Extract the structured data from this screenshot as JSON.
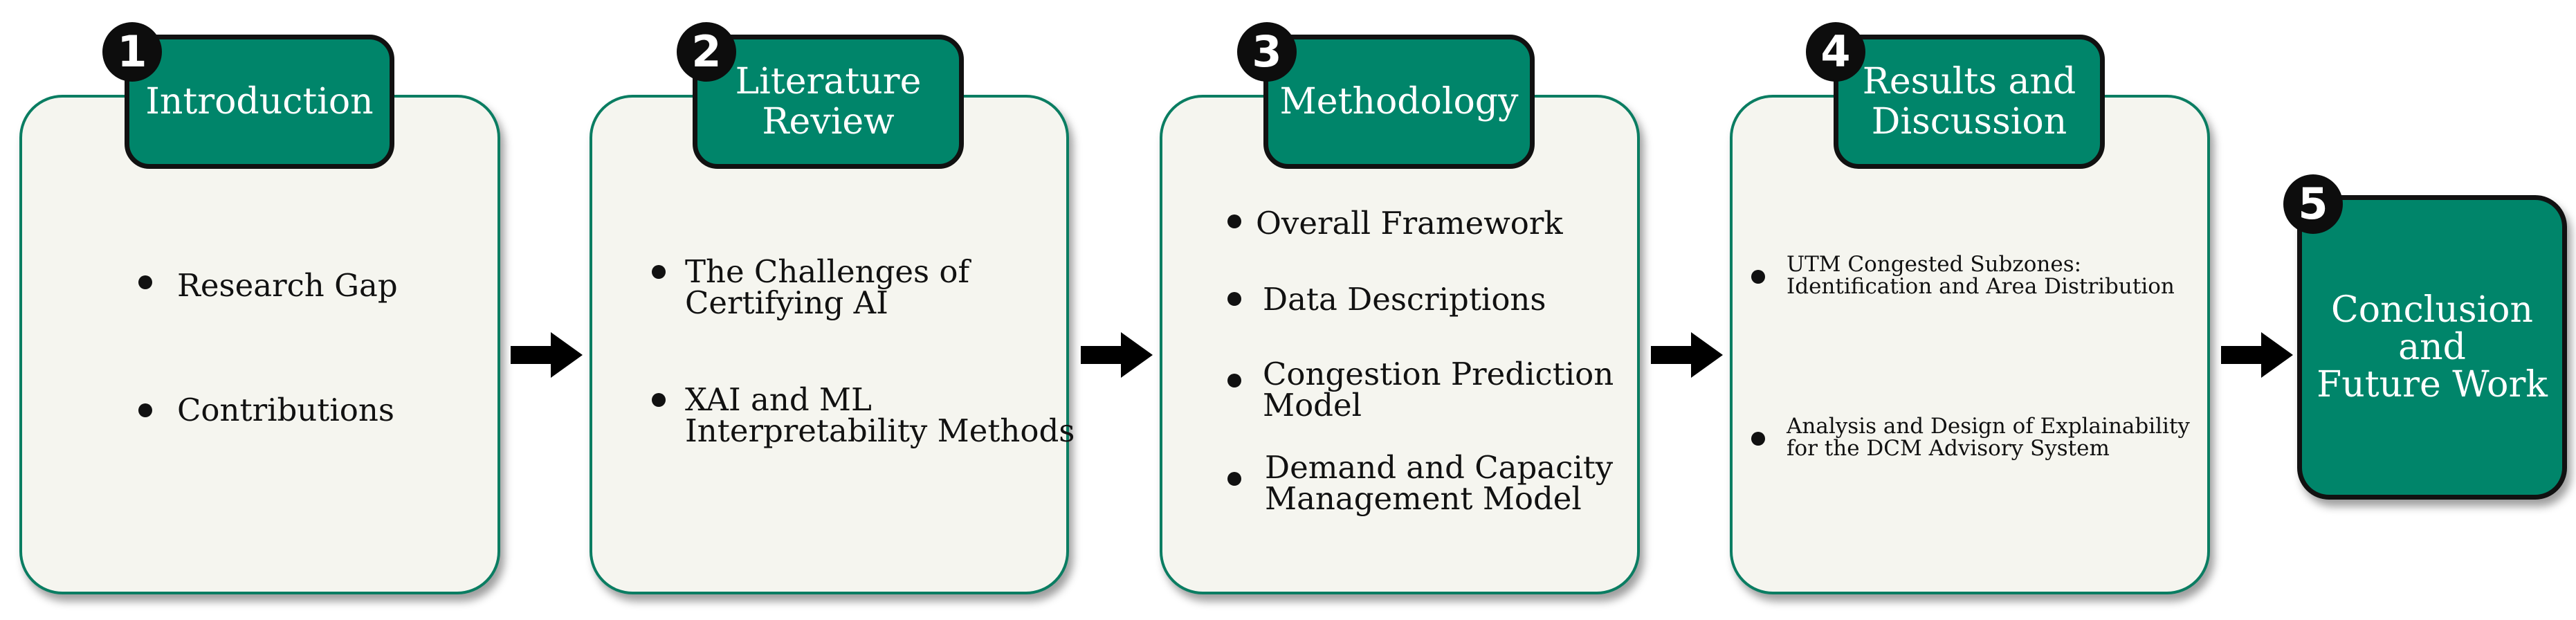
{
  "stages": [
    {
      "number": "1",
      "title": "Introduction",
      "items": [
        "Research Gap",
        "Contributions"
      ]
    },
    {
      "number": "2",
      "title": "Literature\nReview",
      "items": [
        "The Challenges of\nCertifying AI",
        "XAI and ML\nInterpretability Methods"
      ]
    },
    {
      "number": "3",
      "title": "Methodology",
      "items": [
        "Overall Framework",
        "Data Descriptions",
        "Congestion Prediction\nModel",
        "Demand and Capacity\nManagement Model"
      ]
    },
    {
      "number": "4",
      "title": "Results and\nDiscussion",
      "items": [
        "UTM Congested Subzones:\nIdentification and Area Distribution",
        "Analysis and Design of Explainability\nfor the DCM Advisory System"
      ]
    },
    {
      "number": "5",
      "title": "Conclusion\nand\nFuture Work",
      "items": []
    }
  ],
  "colors": {
    "header_fill": "#00856a",
    "card_fill": "#f5f5ef",
    "card_border": "#0a7d62",
    "badge": "#0d0d0d",
    "arrow": "#000000"
  }
}
